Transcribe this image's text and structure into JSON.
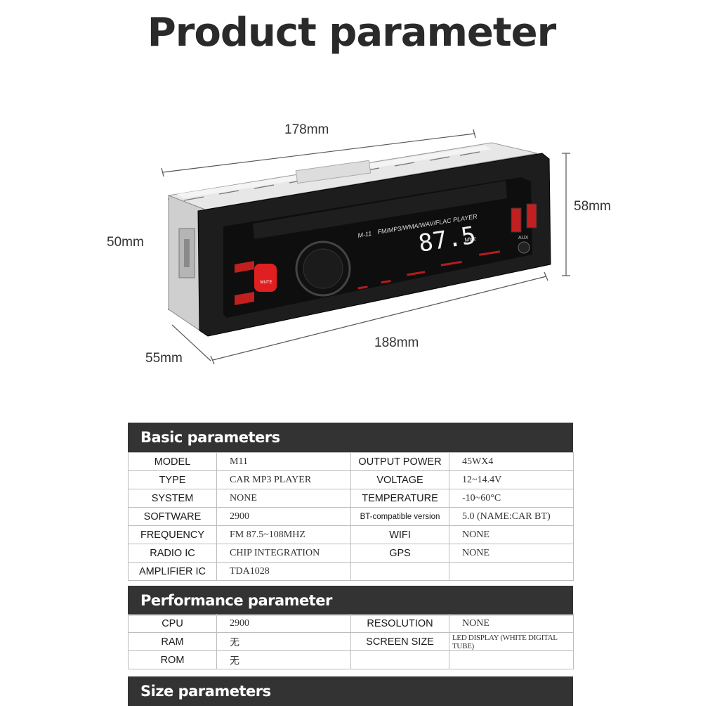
{
  "title": "Product parameter",
  "dimensions": {
    "top_width": "178mm",
    "front_height": "58mm",
    "side_height": "50mm",
    "bottom_width": "188mm",
    "depth": "55mm"
  },
  "device": {
    "model_label": "M-11",
    "format_text": "FM/MP3/WMA/WAV/FLAC PLAYER",
    "frequency_display": "87.5",
    "unit": "MHz",
    "mute_label": "MUTE",
    "aux_label": "AUX"
  },
  "basic": {
    "heading": "Basic parameters",
    "rows": [
      {
        "l1": "MODEL",
        "v1": "M11",
        "l2": "OUTPUT POWER",
        "v2": "45WX4"
      },
      {
        "l1": "TYPE",
        "v1": "CAR MP3 PLAYER",
        "l2": "VOLTAGE",
        "v2": "12~14.4V"
      },
      {
        "l1": "SYSTEM",
        "v1": "NONE",
        "l2": "TEMPERATURE",
        "v2": "-10~60°C"
      },
      {
        "l1": "SOFTWARE",
        "v1": "2900",
        "l2": "BT-compatible version",
        "v2": "5.0 (NAME:CAR BT)"
      },
      {
        "l1": "FREQUENCY",
        "v1": "FM 87.5~108MHZ",
        "l2": "WIFI",
        "v2": "NONE"
      },
      {
        "l1": "RADIO IC",
        "v1": "CHIP INTEGRATION",
        "l2": "GPS",
        "v2": "NONE"
      },
      {
        "l1": "AMPLIFIER IC",
        "v1": "TDA1028",
        "l2": "",
        "v2": ""
      }
    ]
  },
  "performance": {
    "heading": "Performance parameter",
    "rows": [
      {
        "l1": "CPU",
        "v1": "2900",
        "l2": "RESOLUTION",
        "v2": "NONE"
      },
      {
        "l1": "RAM",
        "v1": "无",
        "l2": "SCREEN SIZE",
        "v2": "LED DISPLAY (WHITE DIGITAL TUBE)"
      },
      {
        "l1": "ROM",
        "v1": "无",
        "l2": "",
        "v2": ""
      }
    ]
  },
  "size": {
    "heading": "Size parameters"
  }
}
